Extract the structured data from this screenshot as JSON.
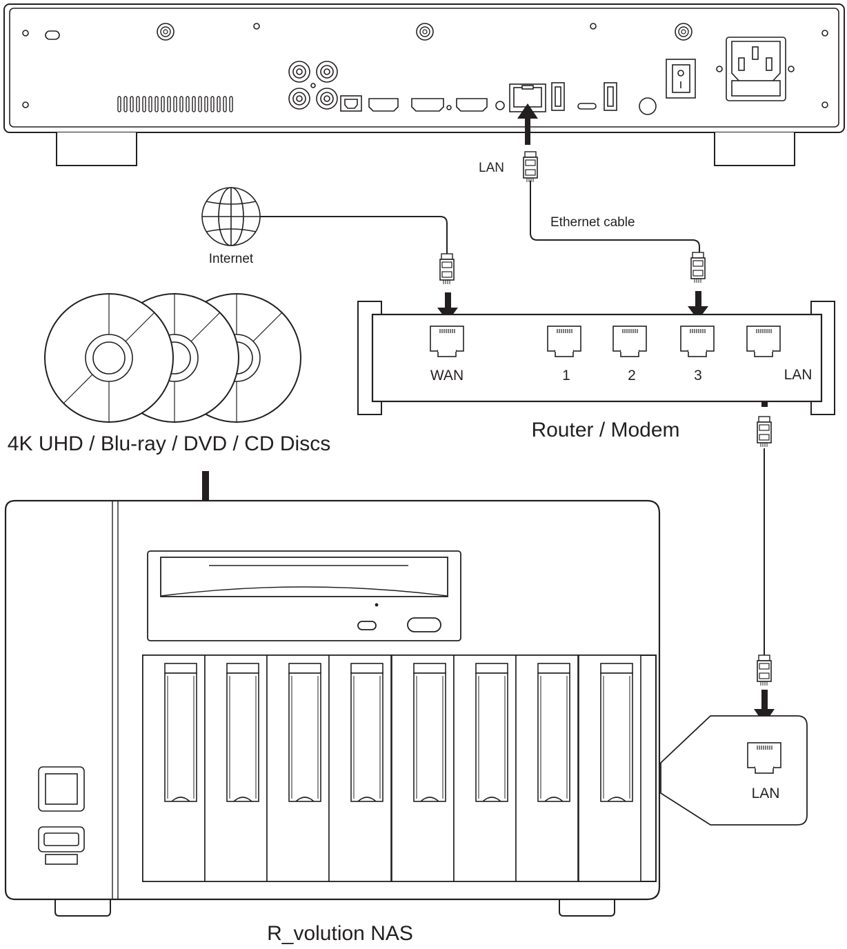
{
  "labels": {
    "player_lan": "LAN",
    "ethernet_cable": "Ethernet cable",
    "internet": "Internet",
    "router_wan": "WAN",
    "router_port_1": "1",
    "router_port_2": "2",
    "router_port_3": "3",
    "router_lan": "LAN",
    "router_title": "Router / Modem",
    "discs_title": "4K UHD / Blu-ray / DVD / CD Discs",
    "nas_lan": "LAN",
    "nas_title": "R_volution NAS"
  },
  "colors": {
    "line": "#231f20",
    "fill": "#ffffff"
  }
}
